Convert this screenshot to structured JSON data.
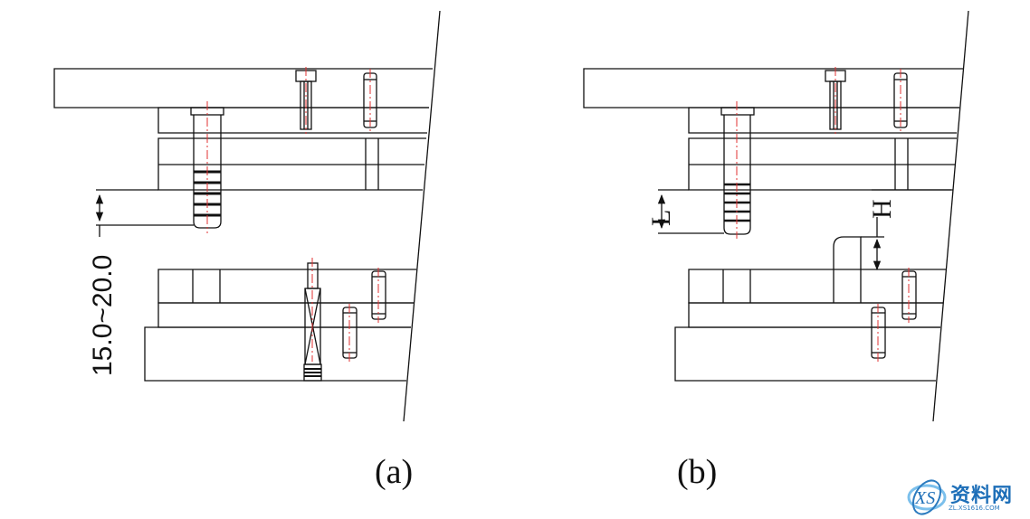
{
  "figure": {
    "panels": [
      {
        "caption": "(a)",
        "dimension": "15.0~20.0"
      },
      {
        "caption": "(b)",
        "dimension_l": "L",
        "dimension_h": "H"
      }
    ]
  },
  "watermark": {
    "text": "资料网",
    "url": "ZL.XS1616.COM"
  },
  "colors": {
    "line": "#111111",
    "centerline": "#e03030",
    "watermark": "#1e6fb8"
  }
}
